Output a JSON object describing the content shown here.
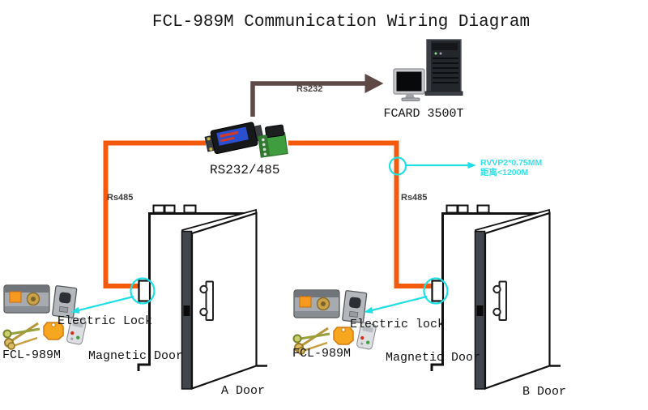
{
  "title": "FCL-989M Communication Wiring Diagram",
  "colors": {
    "wire_rs485_orange": "#f35a0d",
    "wire_rs232_brown": "#5d4a47",
    "annotation_cyan": "#20dfe4"
  },
  "computer": {
    "caption": "FCARD 3500T"
  },
  "converter": {
    "caption": "RS232/485"
  },
  "wiring": {
    "rs232_label": "Rs232",
    "rs485_left_label": "Rs485",
    "rs485_right_label": "Rs485",
    "cable_note_line1": "RVVP2*0.75MM",
    "cable_note_line2": "距离<1200M"
  },
  "door_a": {
    "door_label": "A Door",
    "lock_note": "Electric Lock",
    "magnetic_label": "Magnetic Door",
    "controller_label": "FCL-989M"
  },
  "door_b": {
    "door_label": "B Door",
    "lock_note": "Electric lock",
    "magnetic_label": "Magnetic Door",
    "controller_label": "FCL-989M"
  }
}
